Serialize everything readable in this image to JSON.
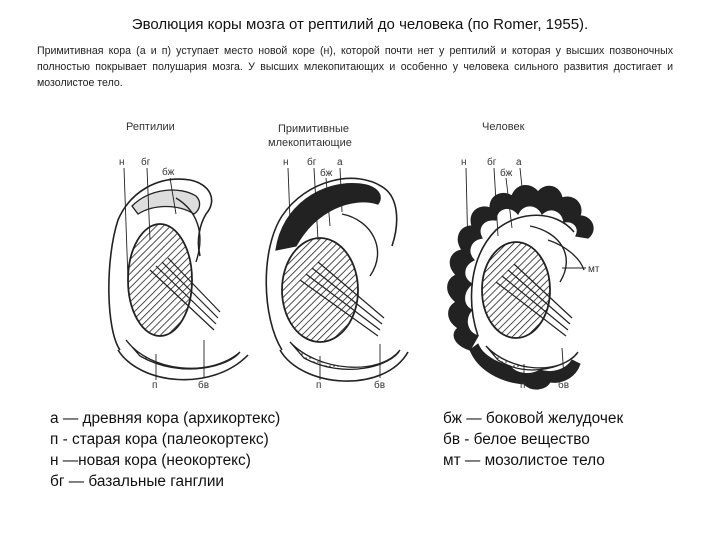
{
  "title": "Эволюция коры мозга от рептилий до человека (по Romer, 1955).",
  "description": "Примитивная кора (а и п) уступает место новой коре (н), которой почти нет у рептилий и которая у высших позвоночных полностью покрывает полушария мозга. У высших млекопитающих и особенно у человека сильного развития достигает и мозолистое тело.",
  "panels": {
    "reptile": {
      "label": "Рептилии",
      "tags": {
        "n": "н",
        "bg": "бг",
        "bzh": "бж",
        "p": "п",
        "bv": "бв"
      }
    },
    "mammal": {
      "label_line1": "Примитивные",
      "label_line2": "млекопитающие",
      "tags": {
        "n": "н",
        "bg": "бг",
        "a": "а",
        "bzh": "бж",
        "p": "п",
        "bv": "бв"
      }
    },
    "human": {
      "label": "Человек",
      "tags": {
        "n": "н",
        "bg": "бг",
        "a": "а",
        "bzh": "бж",
        "mt": "мт",
        "p": "п",
        "bv": "бв"
      }
    }
  },
  "legend": {
    "left": [
      "а — древняя кора (архикортекс)",
      "п - старая кора (палеокортекс)",
      "н —новая кора (неокортекс)",
      "бг — базальные ганглии"
    ],
    "right": [
      "бж — боковой желудочек",
      "бв - белое вещество",
      "мт — мозолистое тело"
    ]
  }
}
